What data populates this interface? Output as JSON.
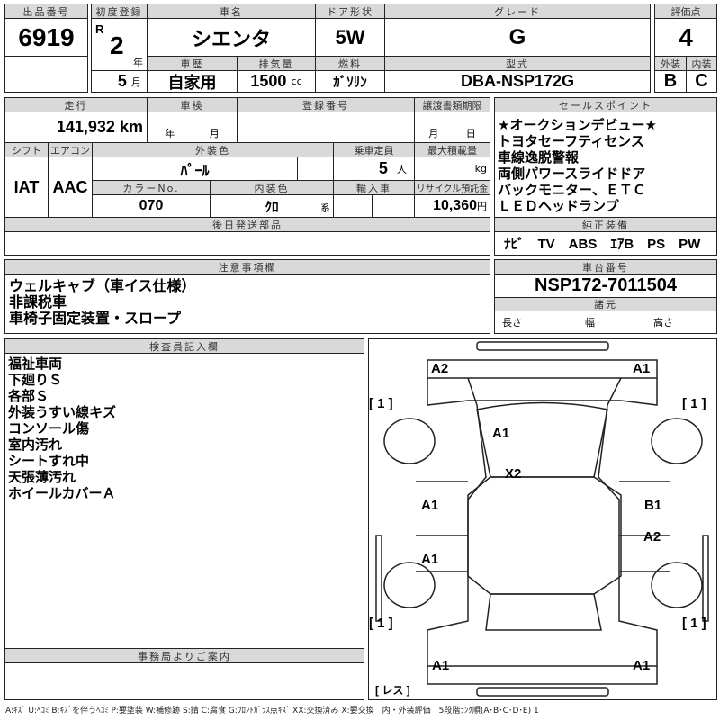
{
  "lot": {
    "label": "出品番号",
    "value": "6919"
  },
  "first_reg": {
    "label": "初度登録",
    "era": "R",
    "year": "2",
    "year_unit": "年",
    "month": "5",
    "month_unit": "月"
  },
  "car_name": {
    "label": "車名",
    "value": "シエンタ"
  },
  "door": {
    "label": "ドア形状",
    "value": "5W"
  },
  "grade": {
    "label": "グレード",
    "value": "G"
  },
  "score": {
    "label": "評価点",
    "value": "4",
    "ext_label": "外装",
    "int_label": "内装",
    "ext": "B",
    "int": "C"
  },
  "history": {
    "label": "車歴",
    "value": "自家用"
  },
  "displacement": {
    "label": "排気量",
    "value": "1500",
    "unit": "cc"
  },
  "fuel": {
    "label": "燃料",
    "value": "ｶﾞｿﾘﾝ"
  },
  "model": {
    "label": "型式",
    "value": "DBA-NSP172G"
  },
  "mileage": {
    "label": "走行",
    "value": "141,932",
    "unit": "km"
  },
  "inspection": {
    "label": "車検",
    "year_unit": "年",
    "month_unit": "月"
  },
  "reg_no": {
    "label": "登録番号"
  },
  "transfer": {
    "label": "譲渡書類期限",
    "month_unit": "月",
    "day_unit": "日"
  },
  "shift": {
    "label": "シフト",
    "value": "IAT"
  },
  "ac": {
    "label": "エアコン",
    "value": "AAC"
  },
  "ext_color": {
    "label": "外装色",
    "value": "ﾊﾟｰﾙ"
  },
  "capacity": {
    "label": "乗車定員",
    "value": "5",
    "unit": "人"
  },
  "max_load": {
    "label": "最大積載量",
    "unit": "kg"
  },
  "color_no": {
    "label": "カラーNo.",
    "value": "070"
  },
  "int_color": {
    "label": "内装色",
    "value": "ｸﾛ",
    "unit": "系"
  },
  "import": {
    "label": "輸入車"
  },
  "recycle": {
    "label": "リサイクル預託金",
    "value": "10,360",
    "unit": "円"
  },
  "later_parts": {
    "label": "後日発送部品"
  },
  "sale_points": {
    "label": "セールスポイント",
    "items": [
      "★オークションデビュー★",
      "トヨタセーフティセンス",
      "車線逸脱警報",
      "両側パワースライドドア",
      "バックモニター、ＥＴＣ",
      "ＬＥＤヘッドランプ"
    ]
  },
  "equipment": {
    "label": "純正装備",
    "value": "ﾅﾋﾞ　TV　ABS　ｴｱB　PS　PW"
  },
  "notes": {
    "label": "注意事項欄",
    "items": [
      "ウェルキャブ（車イス仕様）",
      "非課税車",
      "車椅子固定装置・スロープ"
    ]
  },
  "chassis": {
    "label": "車台番号",
    "value": "NSP172-7011504"
  },
  "specs": {
    "label": "諸元",
    "length": "長さ",
    "width": "幅",
    "height": "高さ"
  },
  "inspector": {
    "label": "検査員記入欄",
    "items": [
      "福祉車両",
      "下廻りＳ",
      "各部Ｓ",
      "外装うすい線キズ",
      "コンソール傷",
      "室内汚れ",
      "シートすれ中",
      "天張薄汚れ",
      "ホイールカバーＡ"
    ]
  },
  "office": {
    "label": "事務局よりご案内"
  },
  "diagram": {
    "marks": [
      "A2",
      "A1",
      "[ 1 ]",
      "[ 1 ]",
      "A1",
      "X2",
      "A1",
      "B1",
      "A2",
      "A1",
      "[ 1 ]",
      "[ 1 ]",
      "A1",
      "A1",
      "[ レス ]"
    ]
  },
  "legend": "A:ｷｽﾞ U:ﾍｺﾐ B:ｷｽﾞを伴うﾍｺﾐ P:要塗装 W:補修跡 S:錆 C:腐食 G:ﾌﾛﾝﾄｶﾞﾗｽ点ｷｽﾞ XX:交換済み X:要交換　内・外装評価　5段階ﾗﾝｸ順(A･B･C･D･E) 1"
}
